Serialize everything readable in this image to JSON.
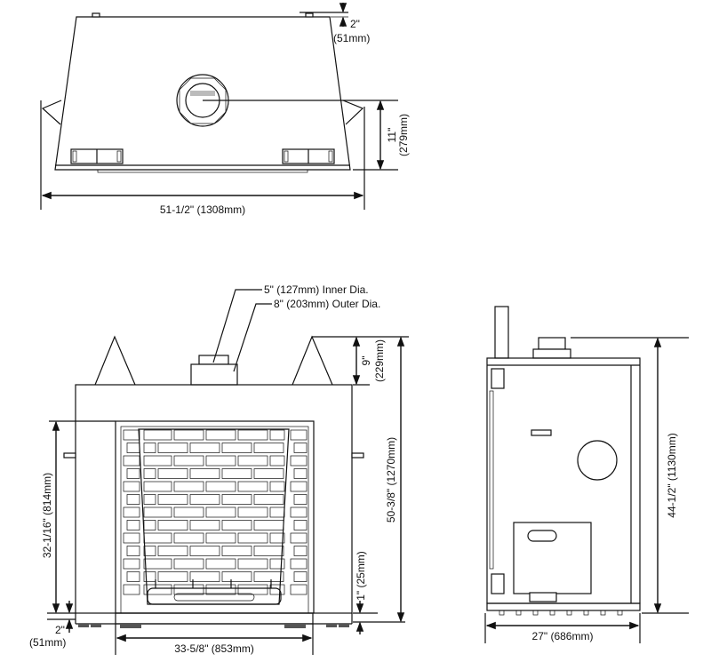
{
  "top_view": {
    "offset_dim": "2\"",
    "offset_dim_mm": "(51mm)",
    "center_height_dim": "11\"",
    "center_height_dim_mm": "(279mm)",
    "width_dim": "51-1/2\" (1308mm)"
  },
  "front_view": {
    "inner_dia_label": "5\" (127mm) Inner Dia.",
    "outer_dia_label": "8\" (203mm) Outer Dia.",
    "standoff_dim": "9\"",
    "standoff_dim_mm": "(229mm)",
    "total_height_dim": "50-3/8\" (1270mm)",
    "opening_height_dim": "32-1/16\" (814mm)",
    "hearth_dim": "1\" (25mm)",
    "base_dim": "2\"",
    "base_dim_mm": "(51mm)",
    "opening_width_dim": "33-5/8\" (853mm)"
  },
  "side_view": {
    "height_dim": "44-1/2\" (1130mm)",
    "depth_dim": "27\" (686mm)"
  }
}
